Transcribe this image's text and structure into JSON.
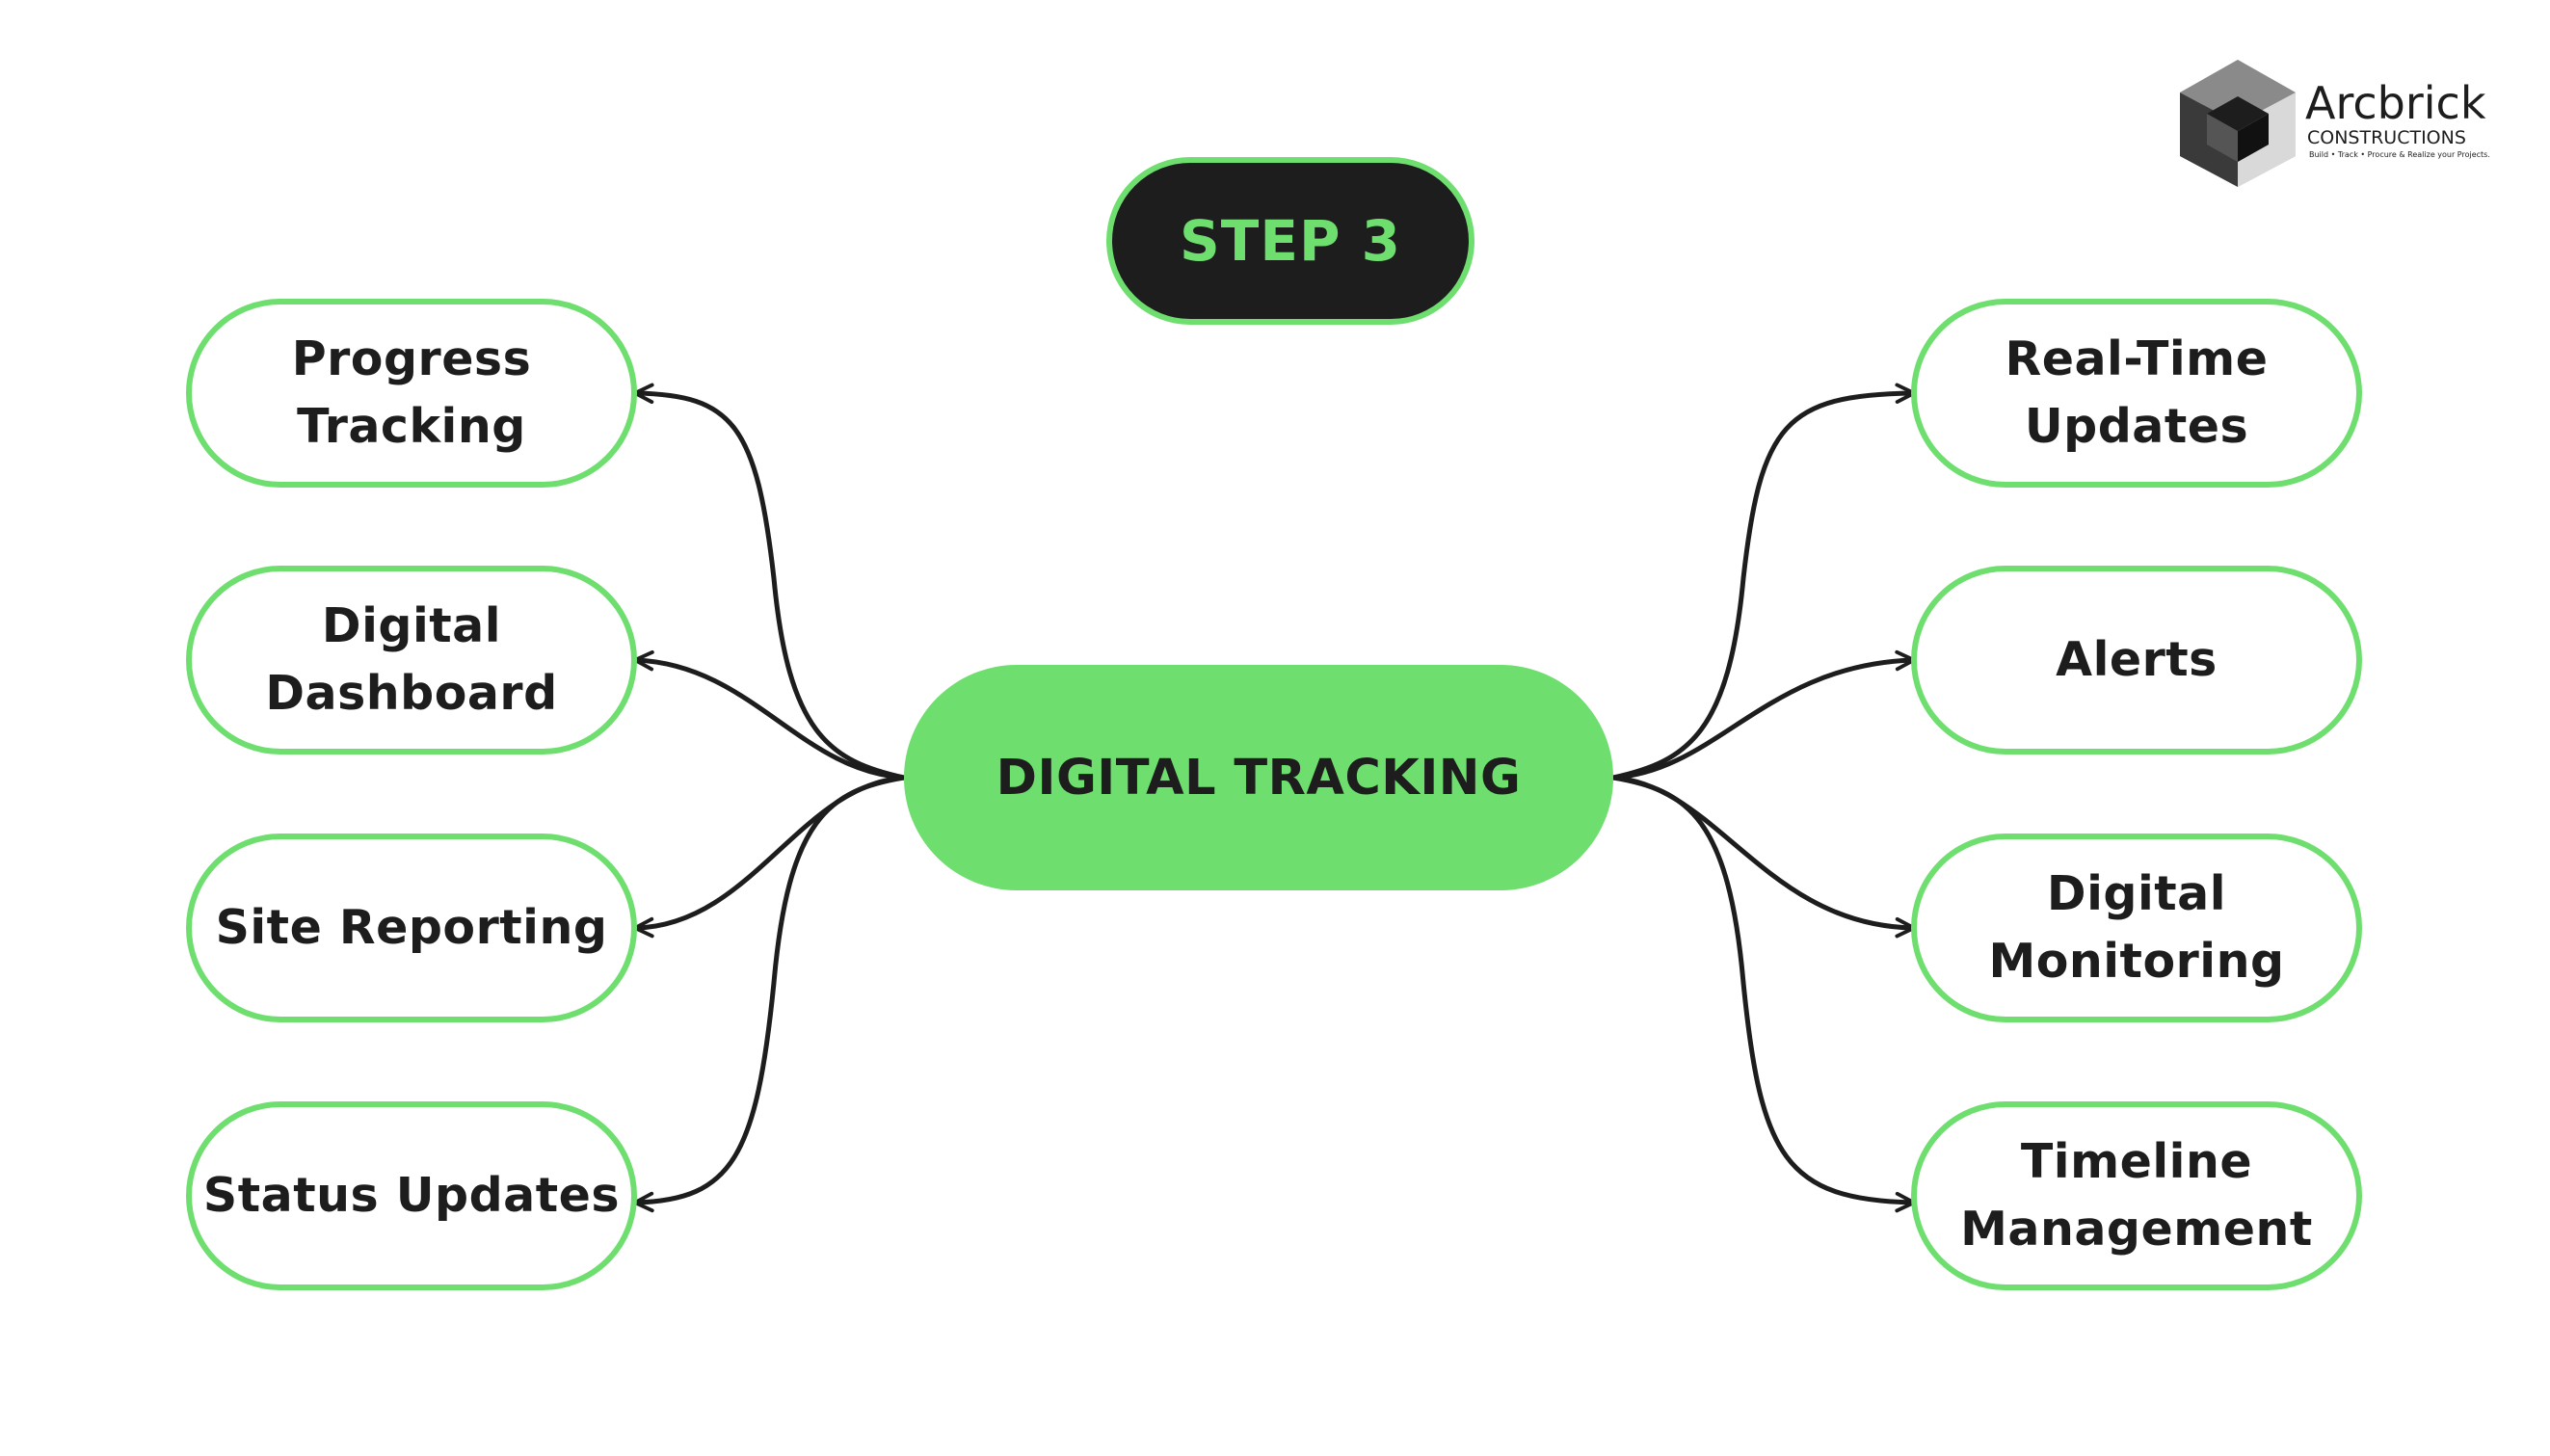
{
  "colors": {
    "accent": "#6ede6f",
    "dark": "#1d1d1d",
    "background": "#ffffff"
  },
  "logo": {
    "name": "Arcbrick",
    "subtitle": "CONSTRUCTIONS",
    "tagline": "Build • Track • Procure & Realize your Projects."
  },
  "step": {
    "label": "STEP 3"
  },
  "center": {
    "label": "DIGITAL TRACKING"
  },
  "left_nodes": [
    {
      "label": "Progress\nTracking"
    },
    {
      "label": "Digital\nDashboard"
    },
    {
      "label": "Site Reporting"
    },
    {
      "label": "Status Updates"
    }
  ],
  "right_nodes": [
    {
      "label": "Real-Time\nUpdates"
    },
    {
      "label": "Alerts"
    },
    {
      "label": "Digital\nMonitoring"
    },
    {
      "label": "Timeline\nManagement"
    }
  ]
}
